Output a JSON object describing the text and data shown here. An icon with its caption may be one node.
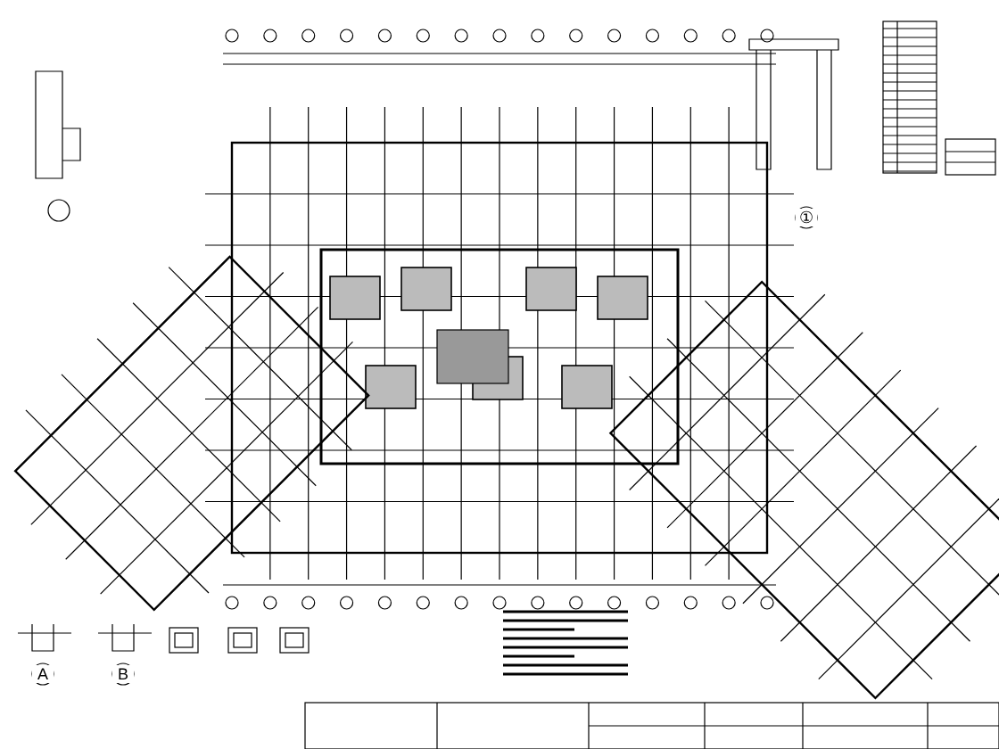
{
  "diagram": {
    "labels": [
      "①",
      "A",
      "B"
    ]
  }
}
